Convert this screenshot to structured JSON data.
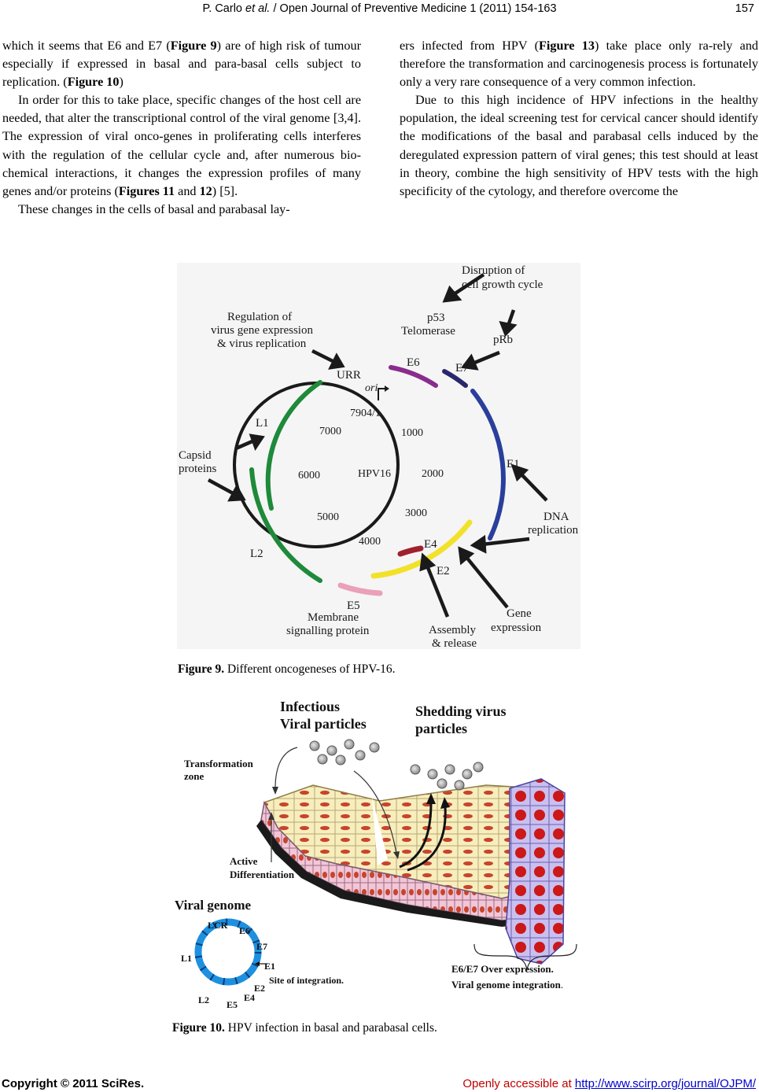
{
  "header": {
    "authors": "P. Carlo",
    "etal": " et al.",
    "journal": " / Open Journal of Preventive Medicine 1 (2011) 154-163",
    "page": "157"
  },
  "left_col": {
    "p1_a": "which it seems that E6 and E7 (",
    "p1_b": "Figure 9",
    "p1_c": ") are of high risk of tumour especially if expressed in basal and para-basal cells subject to replication. (",
    "p1_d": "Figure 10",
    "p1_e": ")",
    "p2_a": "In order for this to take place, specific changes of the host cell are needed, that alter the transcriptional control of the viral genome [3,4]. The expression of viral onco-genes in proliferating cells interferes with the regulation of the cellular cycle and, after numerous bio-chemical interactions, it changes the expression profiles of many genes and/or proteins (",
    "p2_b": "Figures 11",
    "p2_c": " and ",
    "p2_d": "12",
    "p2_e": ") [5].",
    "p3": "These changes in the cells of basal and parabasal lay-"
  },
  "right_col": {
    "p1_a": "ers infected from HPV (",
    "p1_b": "Figure 13",
    "p1_c": ") take place only ra-rely and therefore the transformation and carcinogenesis process is fortunately only a very rare consequence of a very common infection.",
    "p2": "Due to this high incidence of HPV infections in the healthy population, the ideal screening test for cervical cancer should identify the modifications of the basal and parabasal cells induced by the deregulated expression pattern of viral genes; this test should at least in theory, combine the high sensitivity of HPV tests with the high specificity of the cytology, and therefore overcome the"
  },
  "figure9": {
    "caption_label": "Figure 9.",
    "caption_text": " Different oncogeneses of HPV-16.",
    "center": "HPV16",
    "ori": "ori",
    "positions": {
      "p7904": "7904/1",
      "p1000": "1000",
      "p2000": "2000",
      "p3000": "3000",
      "p4000": "4000",
      "p5000": "5000",
      "p6000": "6000",
      "p7000": "7000"
    },
    "genes": {
      "urr": "URR",
      "e6": "E6",
      "e7": "E7",
      "e1": "E1",
      "e2": "E2",
      "e4": "E4",
      "e5": "E5",
      "l1": "L1",
      "l2": "L2"
    },
    "annotations": {
      "disruption_1": "Disruption of",
      "disruption_2": "cell growth cycle",
      "p53": "p53",
      "telomerase": "Telomerase",
      "prb": "pRb",
      "regulation_1": "Regulation of",
      "regulation_2": "virus gene expression",
      "regulation_3": "& virus replication",
      "capsid_1": "Capsid",
      "capsid_2": "proteins",
      "dna_1": "DNA",
      "dna_2": "replication",
      "gene_1": "Gene",
      "gene_2": "expression",
      "assembly_1": "Assembly",
      "assembly_2": "& release",
      "membrane_1": "Membrane",
      "membrane_2": "signalling protein"
    },
    "colors": {
      "green": "#1e8a3a",
      "purple": "#8a2c8e",
      "navy": "#28286e",
      "blue": "#2a3f9c",
      "yellow": "#f2e12a",
      "darkred": "#a0202c",
      "pink": "#eaa0b8"
    }
  },
  "figure10": {
    "caption_label": "Figure 10.",
    "caption_text": " HPV infection in basal and parabasal cells.",
    "infectious_1": "Infectious",
    "infectious_2": "Viral particles",
    "shedding_1": "Shedding virus",
    "shedding_2": "particles",
    "transformation_1": "Transformation",
    "transformation_2": "zone",
    "active_1": "Active",
    "active_2": "Differentiation",
    "viral_genome": "Viral genome",
    "genome_labels": {
      "lcr": "LCR",
      "e6": "E6",
      "e7": "E7",
      "e1": "E1",
      "e2": "E2",
      "e4": "E4",
      "e5": "E5",
      "l2": "L2",
      "l1": "L1"
    },
    "site": "Site of integration.",
    "overexp": "E6/E7 Over expression.",
    "integration": "Viral genome integration",
    "integration_dot": "."
  },
  "footer": {
    "copyright": "Copyright © 2011 SciRes.",
    "openly": "Openly accessible at ",
    "url": "http://www.scirp.org/journal/OJPM/"
  }
}
